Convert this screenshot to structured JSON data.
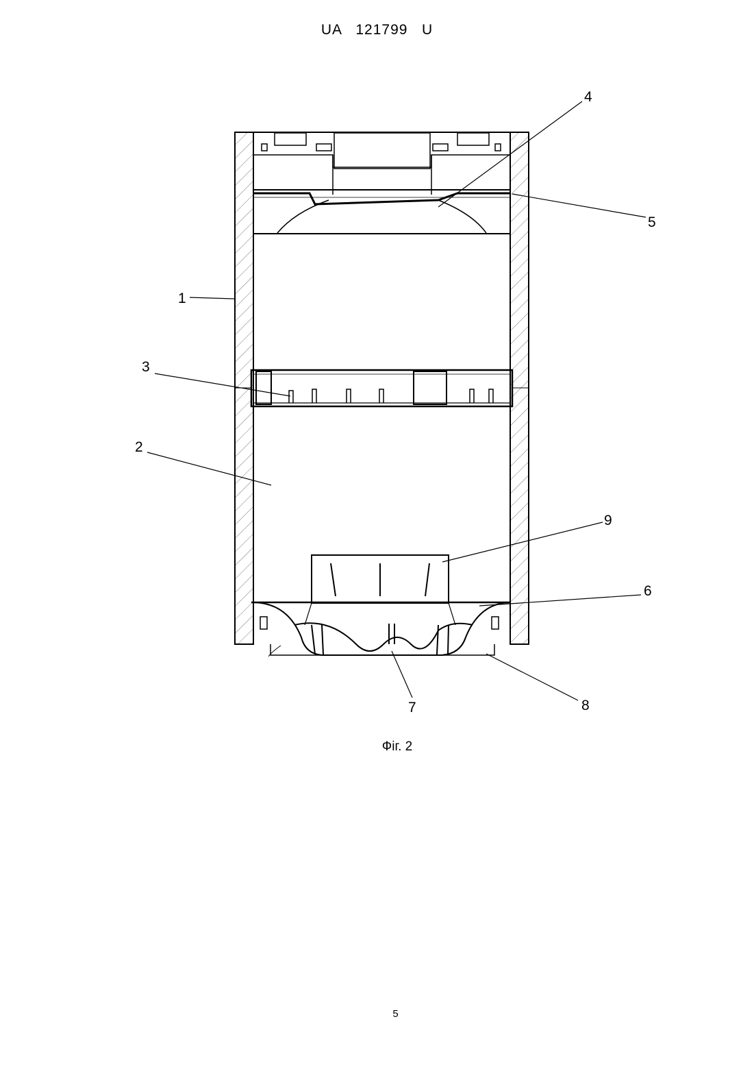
{
  "header": {
    "text": "UA   121799   U"
  },
  "figure": {
    "labels": {
      "l1": "1",
      "l2": "2",
      "l3": "3",
      "l4": "4",
      "l5": "5",
      "l6": "6",
      "l7": "7",
      "l8": "8",
      "l9": "9"
    },
    "caption": "Фіг. 2"
  },
  "page_number": "5"
}
